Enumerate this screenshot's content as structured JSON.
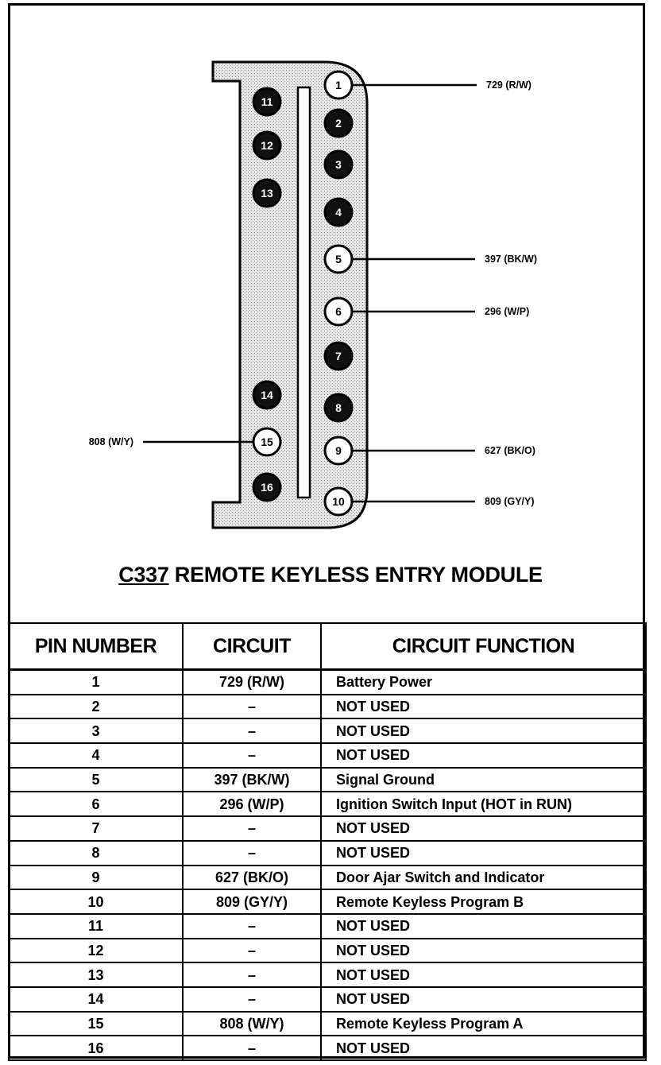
{
  "connector": {
    "id": "C337",
    "name": "REMOTE KEYLESS ENTRY MODULE",
    "pins": [
      {
        "number": "1",
        "filled": false
      },
      {
        "number": "2",
        "filled": true
      },
      {
        "number": "3",
        "filled": true
      },
      {
        "number": "4",
        "filled": true
      },
      {
        "number": "5",
        "filled": false
      },
      {
        "number": "6",
        "filled": false
      },
      {
        "number": "7",
        "filled": true
      },
      {
        "number": "8",
        "filled": true
      },
      {
        "number": "9",
        "filled": false
      },
      {
        "number": "10",
        "filled": false
      },
      {
        "number": "11",
        "filled": true
      },
      {
        "number": "12",
        "filled": true
      },
      {
        "number": "13",
        "filled": true
      },
      {
        "number": "14",
        "filled": true
      },
      {
        "number": "15",
        "filled": false
      },
      {
        "number": "16",
        "filled": true
      }
    ],
    "wire_labels": [
      {
        "pin": "1",
        "text": "729 (R/W)"
      },
      {
        "pin": "5",
        "text": "397 (BK/W)"
      },
      {
        "pin": "6",
        "text": "296 (W/P)"
      },
      {
        "pin": "9",
        "text": "627 (BK/O)"
      },
      {
        "pin": "10",
        "text": "809 (GY/Y)"
      },
      {
        "pin": "15",
        "text": "808 (W/Y)"
      }
    ]
  },
  "table": {
    "headers": [
      "PIN NUMBER",
      "CIRCUIT",
      "CIRCUIT FUNCTION"
    ],
    "rows": [
      {
        "pin": "1",
        "circuit": "729 (R/W)",
        "function": "Battery Power"
      },
      {
        "pin": "2",
        "circuit": "–",
        "function": "NOT USED"
      },
      {
        "pin": "3",
        "circuit": "–",
        "function": "NOT USED"
      },
      {
        "pin": "4",
        "circuit": "–",
        "function": "NOT USED"
      },
      {
        "pin": "5",
        "circuit": "397 (BK/W)",
        "function": "Signal Ground"
      },
      {
        "pin": "6",
        "circuit": "296 (W/P)",
        "function": "Ignition Switch Input (HOT in RUN)"
      },
      {
        "pin": "7",
        "circuit": "–",
        "function": "NOT USED"
      },
      {
        "pin": "8",
        "circuit": "–",
        "function": "NOT USED"
      },
      {
        "pin": "9",
        "circuit": "627 (BK/O)",
        "function": "Door Ajar Switch and Indicator"
      },
      {
        "pin": "10",
        "circuit": "809 (GY/Y)",
        "function": "Remote Keyless Program B"
      },
      {
        "pin": "11",
        "circuit": "–",
        "function": "NOT USED"
      },
      {
        "pin": "12",
        "circuit": "–",
        "function": "NOT USED"
      },
      {
        "pin": "13",
        "circuit": "–",
        "function": "NOT USED"
      },
      {
        "pin": "14",
        "circuit": "–",
        "function": "NOT USED"
      },
      {
        "pin": "15",
        "circuit": "808 (W/Y)",
        "function": "Remote Keyless Program A"
      },
      {
        "pin": "16",
        "circuit": "–",
        "function": "NOT USED"
      }
    ]
  }
}
